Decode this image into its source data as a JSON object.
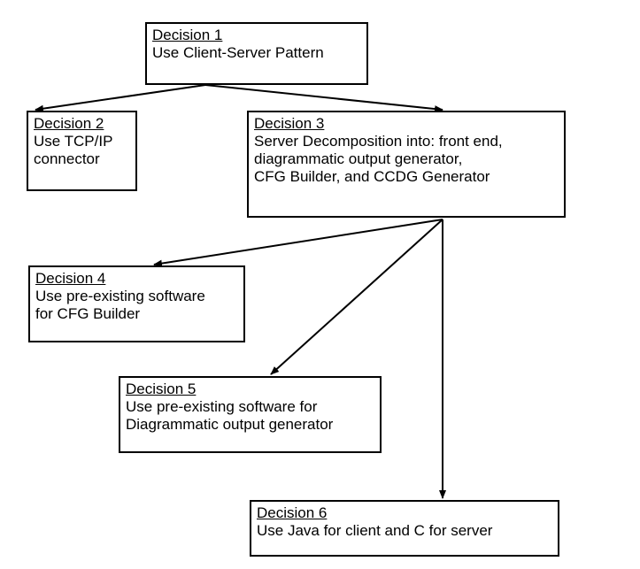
{
  "decisions": [
    {
      "id": "d1",
      "title": "Decision 1",
      "lines": [
        "Use Client-Server Pattern"
      ]
    },
    {
      "id": "d2",
      "title": "Decision 2",
      "lines": [
        "Use TCP/IP",
        "connector"
      ]
    },
    {
      "id": "d3",
      "title": "Decision 3",
      "lines": [
        "Server Decomposition into: front end,",
        "diagrammatic output generator,",
        "CFG Builder, and CCDG Generator"
      ]
    },
    {
      "id": "d4",
      "title": "Decision 4",
      "lines": [
        "Use pre-existing software",
        "for CFG Builder"
      ]
    },
    {
      "id": "d5",
      "title": "Decision 5",
      "lines": [
        "Use pre-existing software for",
        "Diagrammatic output generator"
      ]
    },
    {
      "id": "d6",
      "title": "Decision 6",
      "lines": [
        "Use Java for client and C for server"
      ]
    }
  ],
  "edges": [
    {
      "from": "d1",
      "to": "d2"
    },
    {
      "from": "d1",
      "to": "d3"
    },
    {
      "from": "d3",
      "to": "d4"
    },
    {
      "from": "d3",
      "to": "d5"
    },
    {
      "from": "d3",
      "to": "d6"
    }
  ]
}
